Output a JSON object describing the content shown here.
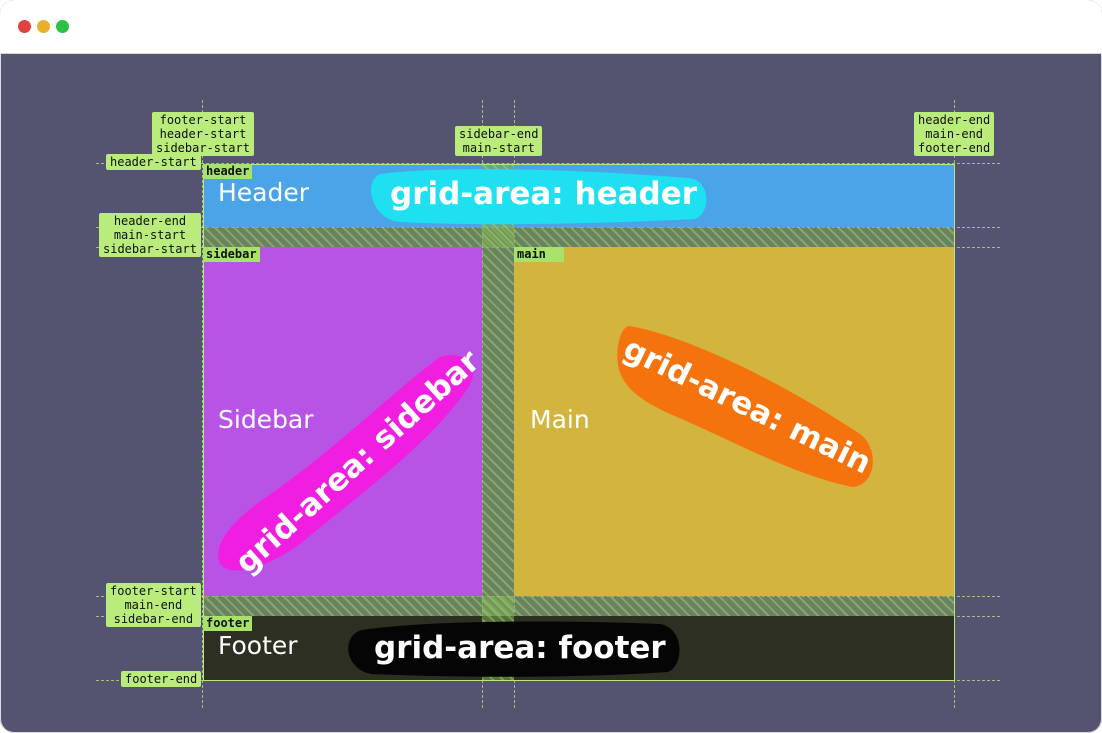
{
  "window": {
    "controls": [
      "close",
      "minimize",
      "zoom"
    ],
    "colors": {
      "close": "#e0443e",
      "minimize": "#e9b02c",
      "zoom": "#29c246",
      "background": "#545470"
    }
  },
  "grid": {
    "areas": {
      "header": {
        "tag": "header",
        "title": "Header",
        "color": "#4ba3e8"
      },
      "sidebar": {
        "tag": "sidebar",
        "title": "Sidebar",
        "color": "#b754e6"
      },
      "main": {
        "tag": "main",
        "title": "Main",
        "color": "#d2b43e"
      },
      "footer": {
        "tag": "footer",
        "title": "Footer",
        "color": "#2c2f22"
      }
    },
    "line_labels": {
      "top_left": "footer-start\nheader-start\nsidebar-start",
      "top_middle": "sidebar-end\nmain-start",
      "top_right": "header-end\nmain-end\nfooter-end",
      "row1": "header-start",
      "row2": "header-end\nmain-start\nsidebar-start",
      "row3": "footer-start\nmain-end\nsidebar-end",
      "row4": "footer-end"
    },
    "grid_area_labels": {
      "header": "grid-area:  header",
      "sidebar": "grid-area:  sidebar",
      "main": "grid-area:  main",
      "footer": "grid-area:  footer"
    },
    "blob_colors": {
      "header": "#1ee0f0",
      "sidebar": "#f01ee0",
      "main": "#f5730c",
      "footer": "#050505"
    },
    "accent": "#b9e77d"
  }
}
